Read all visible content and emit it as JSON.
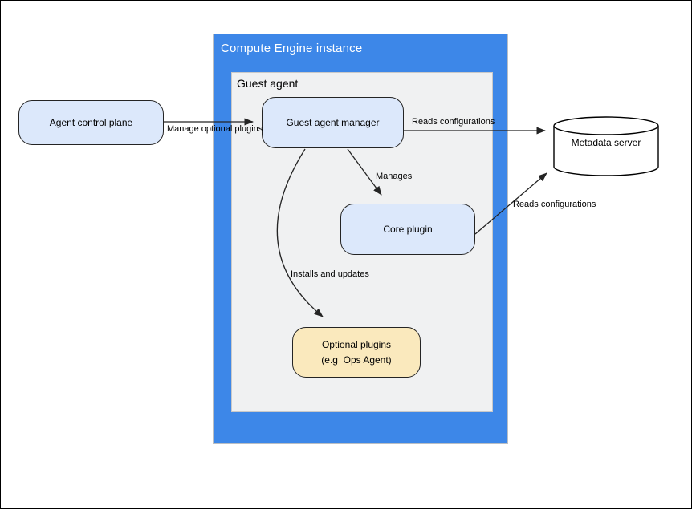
{
  "diagram": {
    "containers": {
      "compute_engine": {
        "title": "Compute Engine instance"
      },
      "guest_agent": {
        "title": "Guest agent"
      }
    },
    "nodes": {
      "agent_control_plane": {
        "label": "Agent control plane"
      },
      "guest_agent_manager": {
        "label": "Guest agent manager"
      },
      "core_plugin": {
        "label": "Core plugin"
      },
      "optional_plugins": {
        "label_line1": "Optional plugins",
        "label_line2": "(e.g  Ops Agent)"
      },
      "metadata_server": {
        "label": "Metadata server"
      }
    },
    "edges": {
      "manage_optional_plugins": {
        "label": "Manage optional plugins",
        "from": "agent_control_plane",
        "to": "guest_agent_manager"
      },
      "reads_configurations_manager": {
        "label": "Reads configurations",
        "from": "guest_agent_manager",
        "to": "metadata_server"
      },
      "manages": {
        "label": "Manages",
        "from": "guest_agent_manager",
        "to": "core_plugin"
      },
      "installs_and_updates": {
        "label": "Installs and updates",
        "from": "guest_agent_manager",
        "to": "optional_plugins"
      },
      "reads_configurations_core": {
        "label": "Reads configurations",
        "from": "core_plugin",
        "to": "metadata_server"
      }
    },
    "colors": {
      "container_blue": "#3d87e8",
      "panel_gray": "#f0f1f2",
      "node_blue": "#dce8fb",
      "node_yellow": "#fae9bd",
      "cylinder_fill": "#ffffff",
      "edge_stroke": "#242424",
      "title_text_on_blue": "#ffffff",
      "text": "#000000"
    }
  }
}
